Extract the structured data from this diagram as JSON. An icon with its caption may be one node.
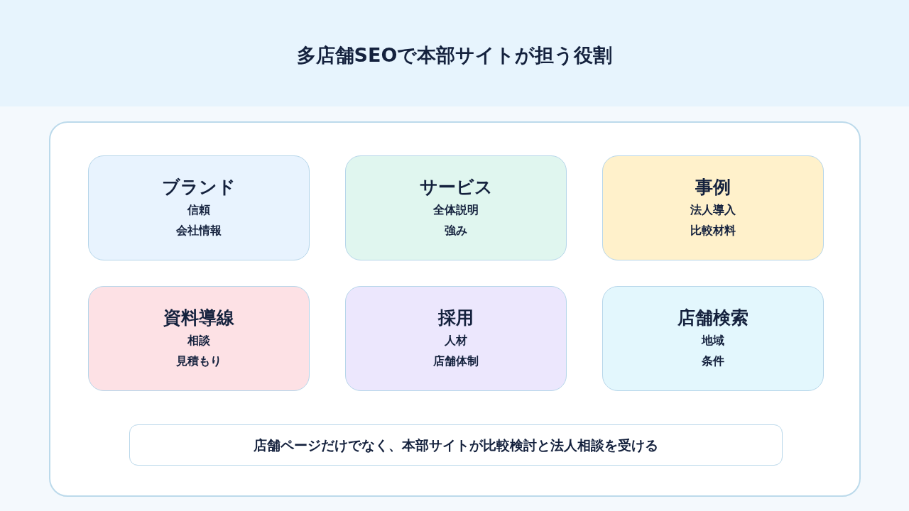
{
  "diagram": {
    "title": "多店舗SEOで本部サイトが担う役割",
    "nodes": [
      {
        "text": [],
        "shape": "box"
      },
      {
        "text": [
          "ブランド",
          "信頼",
          "会社情報"
        ],
        "in": 0
      },
      {
        "text": [
          "サービス",
          "全体説明",
          "強み"
        ],
        "in": 0
      },
      {
        "text": [
          "事例",
          "法人導入",
          "比較材料"
        ],
        "in": 0
      },
      {
        "text": [
          "資料導線",
          "相談",
          "見積もり"
        ],
        "in": 0
      },
      {
        "text": [
          "採用",
          "人材",
          "店舗体制"
        ],
        "in": 0
      },
      {
        "text": [
          "店舗検索",
          "地域",
          "条件"
        ],
        "in": 0
      },
      {
        "text": [
          "店舗ページだけでなく、本部サイトが比較検討と法人相談を受ける"
        ],
        "in": 0
      }
    ]
  }
}
